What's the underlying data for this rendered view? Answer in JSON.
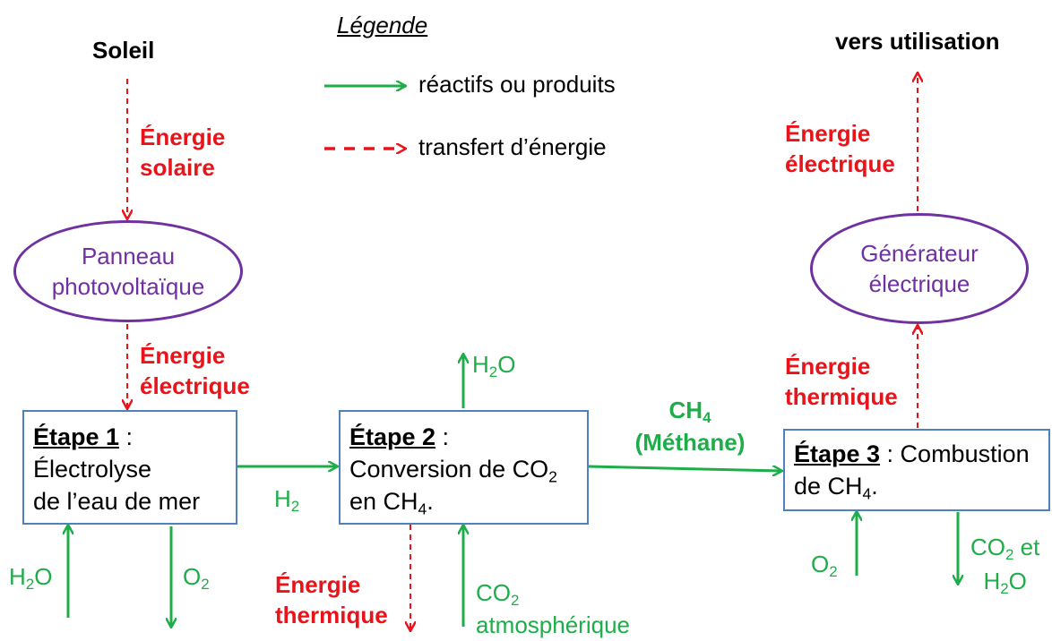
{
  "legend": {
    "title": "Légende",
    "reactifs": "réactifs ou produits",
    "transfert": "transfert d’énergie"
  },
  "sources": {
    "soleil": "Soleil",
    "vers_utilisation": "vers utilisation"
  },
  "energy_labels": {
    "solaire": [
      "Énergie",
      "solaire"
    ],
    "electrique_1": [
      "Énergie",
      "électrique"
    ],
    "thermique_2": [
      "Énergie",
      "thermique"
    ],
    "thermique_3": [
      "Énergie",
      "thermique"
    ],
    "electrique_gen": [
      "Énergie",
      "électrique"
    ]
  },
  "devices": {
    "panneau": [
      "Panneau",
      "photovoltaïque"
    ],
    "generateur": [
      "Générateur",
      "électrique"
    ]
  },
  "steps": {
    "etape1": {
      "label": "Étape 1",
      "sep": " :",
      "line1": "Électrolyse",
      "line2": "de l’eau de mer"
    },
    "etape2": {
      "label": "Étape 2",
      "sep": " :",
      "line1": "Conversion de CO",
      "line1_sub": "2",
      "line2": "en CH",
      "line2_sub": "4",
      "line2_end": "."
    },
    "etape3": {
      "label": "Étape 3",
      "sep": " : Combustion",
      "line2": "de CH",
      "line2_sub": "4",
      "line2_end": "."
    }
  },
  "species": {
    "h2o_in_1": {
      "a": "H",
      "sub": "2",
      "b": "O"
    },
    "o2_out_1": {
      "a": "O",
      "sub": "2"
    },
    "h2_flow": {
      "a": "H",
      "sub": "2"
    },
    "h2o_out_2": {
      "a": "H",
      "sub": "2",
      "b": "O"
    },
    "co2_in_2": {
      "a": "CO",
      "sub": "2",
      "line2": "atmosphérique"
    },
    "ch4_flow": {
      "a": "CH",
      "sub": "4",
      "line2": "(Méthane)"
    },
    "o2_in_3": {
      "a": "O",
      "sub": "2"
    },
    "co2_out_3": {
      "a": "CO",
      "sub": "2",
      "b": " et",
      "line2a": "H",
      "line2sub": "2",
      "line2b": "O"
    }
  },
  "colors": {
    "green": "#1fad4a",
    "red": "#e8141a",
    "purple": "#7030a0",
    "box_border": "#4f81bd"
  }
}
